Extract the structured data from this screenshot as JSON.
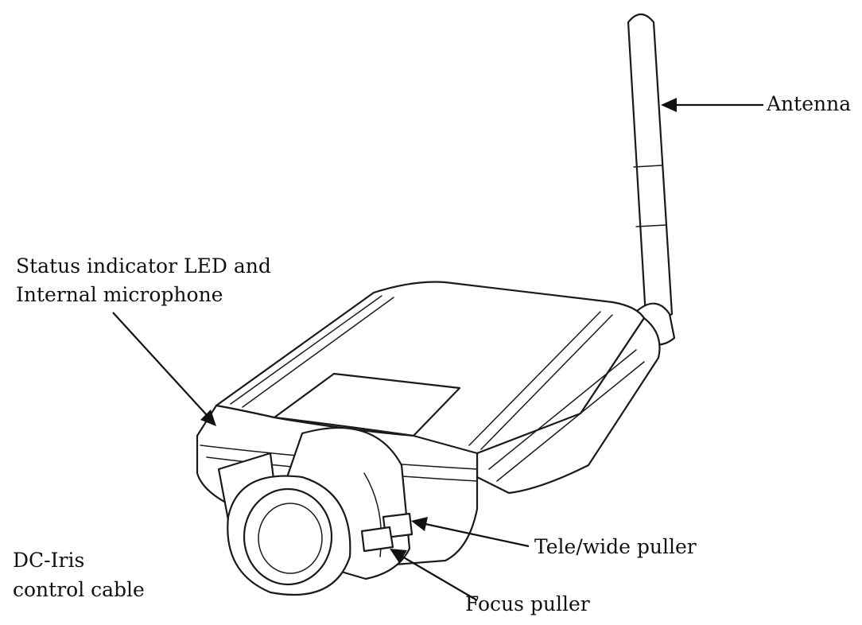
{
  "labels": {
    "antenna": "Antenna",
    "status_line1": "Status indicator LED and",
    "status_line2": "Internal microphone",
    "dc_iris_line1": "DC-Iris",
    "dc_iris_line2": "control cable",
    "tele_wide": "Tele/wide puller",
    "focus": "Focus puller"
  },
  "colors": {
    "line": "#1a1a1a",
    "background": "#ffffff"
  }
}
